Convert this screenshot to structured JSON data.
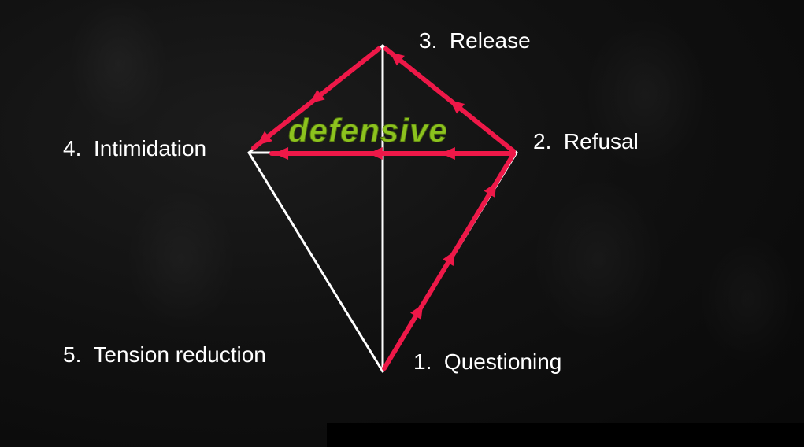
{
  "stages": {
    "s1": "1.  Questioning",
    "s2": "2.  Refusal",
    "s3": "3.  Release",
    "s4": "4.  Intimidation",
    "s5": "5.  Tension reduction"
  },
  "region_label": "defensive",
  "colors": {
    "lines": "#ffffff",
    "path": "#ee1848",
    "label_green": "#8cc21e"
  }
}
